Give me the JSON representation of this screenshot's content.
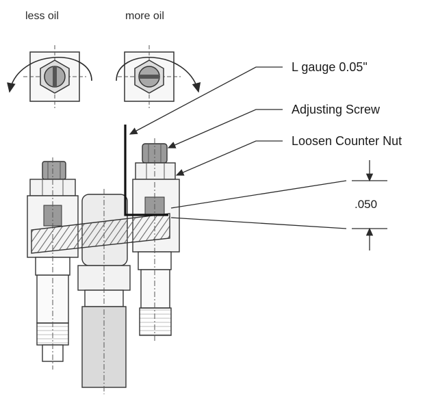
{
  "adjust_directions": {
    "less_label": "less oil",
    "more_label": "more oil"
  },
  "callouts": {
    "gauge": "L gauge 0.05\"",
    "adjusting_screw": "Adjusting Screw",
    "counter_nut": "Loosen Counter Nut"
  },
  "dimension": {
    "clearance": ".050"
  },
  "colors": {
    "line": "#2b2b2b",
    "metal_fill": "#efefef",
    "hatch": "#6a6a6a",
    "screw_fill": "#9a9a9a"
  },
  "icons": [
    "rotate-ccw-arrow-icon",
    "rotate-cw-arrow-icon",
    "hex-screw-top-view-icon"
  ]
}
